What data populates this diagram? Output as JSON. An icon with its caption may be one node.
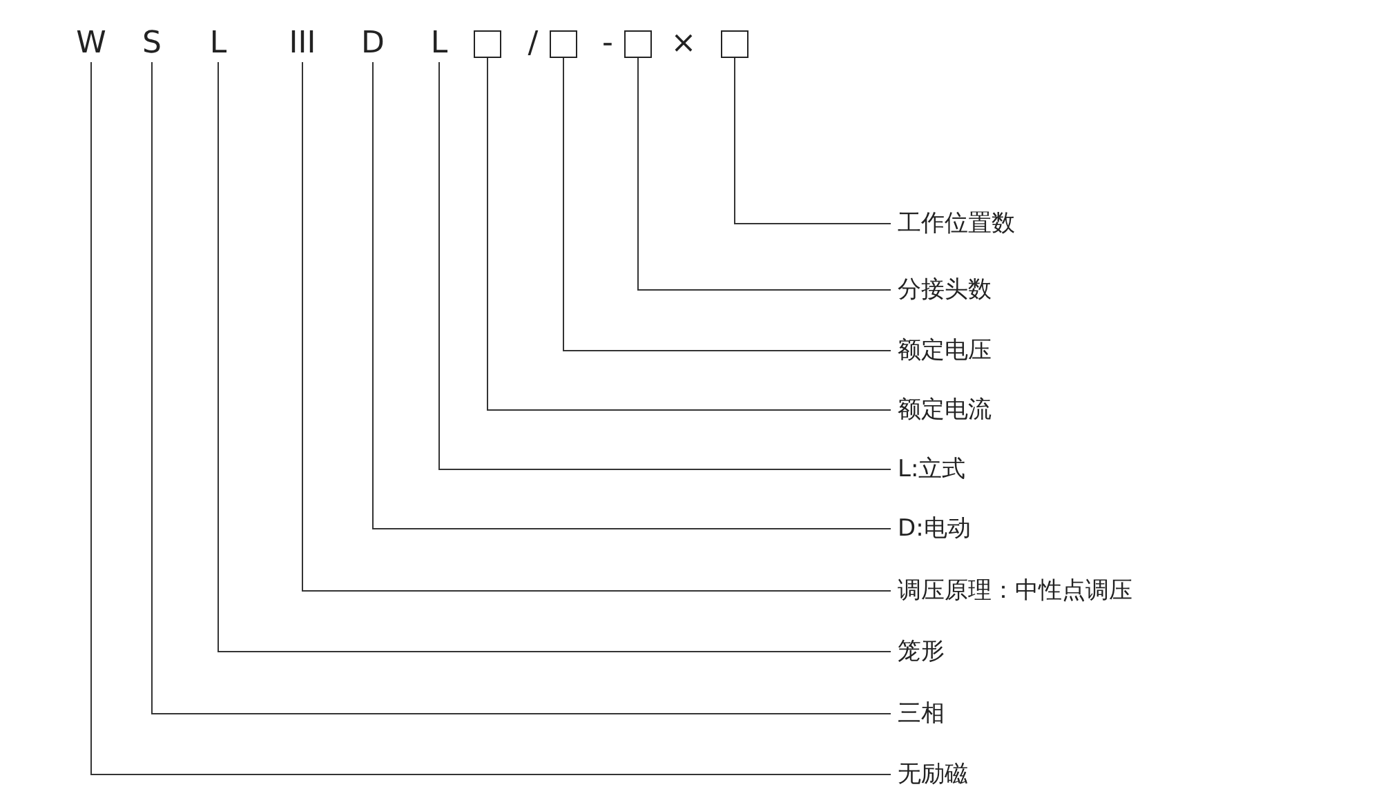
{
  "diagram": {
    "nodes": [
      {
        "text": [
          "W"
        ]
      },
      {
        "text": [
          "S"
        ]
      },
      {
        "text": [
          "L"
        ]
      },
      {
        "text": [
          "III"
        ]
      },
      {
        "text": [
          "D"
        ]
      },
      {
        "text": [
          "L"
        ]
      },
      {
        "text": [],
        "shape": "box"
      },
      {
        "text": [],
        "shape": "box"
      },
      {
        "text": [],
        "shape": "box"
      },
      {
        "text": [],
        "shape": "box"
      },
      {
        "text": [
          "工作位置数"
        ]
      },
      {
        "text": [
          "分接头数"
        ]
      },
      {
        "text": [
          "额定电压"
        ]
      },
      {
        "text": [
          "额定电流"
        ]
      },
      {
        "text": [
          "L:立式"
        ]
      },
      {
        "text": [
          "D:电动"
        ]
      },
      {
        "text": [
          "调压原理：中性点调压"
        ]
      },
      {
        "text": [
          "笼形"
        ]
      },
      {
        "text": [
          "三相"
        ]
      },
      {
        "text": [
          "无励磁"
        ]
      }
    ],
    "edges": [
      {
        "from": 9,
        "to": 10,
        "arrow": "none"
      },
      {
        "from": 8,
        "to": 11,
        "arrow": "none"
      },
      {
        "from": 7,
        "to": 12,
        "arrow": "none"
      },
      {
        "from": 6,
        "to": 13,
        "arrow": "none"
      },
      {
        "from": 5,
        "to": 14,
        "arrow": "none"
      },
      {
        "from": 4,
        "to": 15,
        "arrow": "none"
      },
      {
        "from": 3,
        "to": 16,
        "arrow": "none"
      },
      {
        "from": 2,
        "to": 17,
        "arrow": "none"
      },
      {
        "from": 1,
        "to": 18,
        "arrow": "none"
      },
      {
        "from": 0,
        "to": 19,
        "arrow": "none"
      }
    ],
    "labels": [
      "/",
      "-",
      "×"
    ]
  }
}
